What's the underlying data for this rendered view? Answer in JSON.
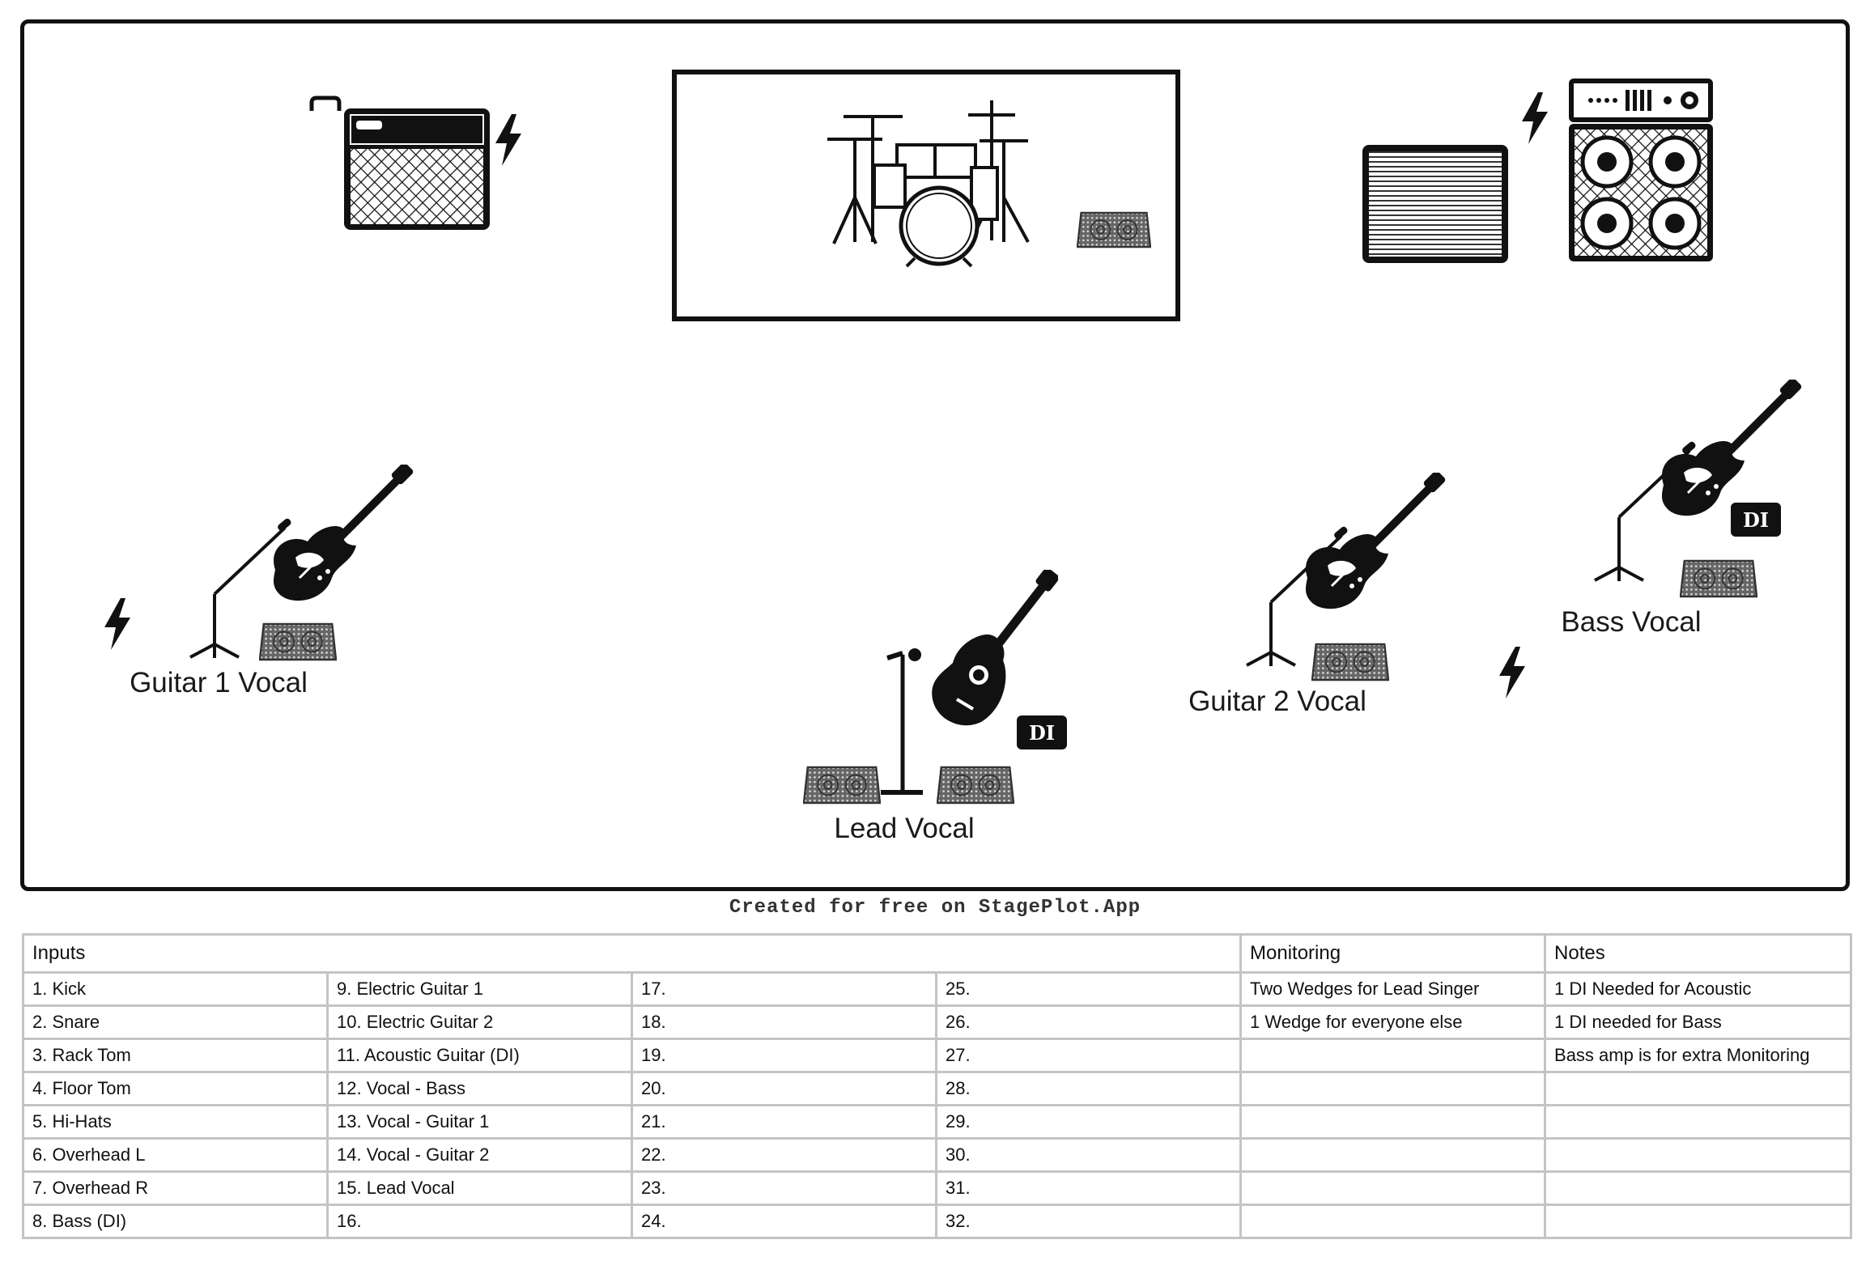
{
  "stage": {
    "labels": {
      "guitar1_vocal": "Guitar 1 Vocal",
      "lead_vocal": "Lead Vocal",
      "guitar2_vocal": "Guitar 2 Vocal",
      "bass_vocal": "Bass Vocal"
    },
    "di_badge": "DI"
  },
  "credit": "Created for free on StagePlot.App",
  "table": {
    "headers": {
      "inputs": "Inputs",
      "monitoring": "Monitoring",
      "notes": "Notes"
    },
    "rows": [
      [
        "1. Kick",
        "9. Electric Guitar 1",
        "17.",
        "25.",
        "Two Wedges for Lead Singer",
        "1 DI Needed for Acoustic"
      ],
      [
        "2. Snare",
        "10. Electric Guitar 2",
        "18.",
        "26.",
        "1 Wedge for everyone else",
        "1 DI needed for Bass"
      ],
      [
        "3. Rack Tom",
        "11. Acoustic Guitar (DI)",
        "19.",
        "27.",
        "",
        "Bass amp is for extra Monitoring"
      ],
      [
        "4. Floor Tom",
        "12. Vocal - Bass",
        "20.",
        "28.",
        "",
        ""
      ],
      [
        "5. Hi-Hats",
        "13. Vocal - Guitar 1",
        "21.",
        "29.",
        "",
        ""
      ],
      [
        "6. Overhead L",
        "14. Vocal - Guitar 2",
        "22.",
        "30.",
        "",
        ""
      ],
      [
        "7. Overhead R",
        "15. Lead Vocal",
        "23.",
        "31.",
        "",
        ""
      ],
      [
        "8. Bass (DI)",
        "16.",
        "24.",
        "32.",
        "",
        ""
      ]
    ]
  }
}
